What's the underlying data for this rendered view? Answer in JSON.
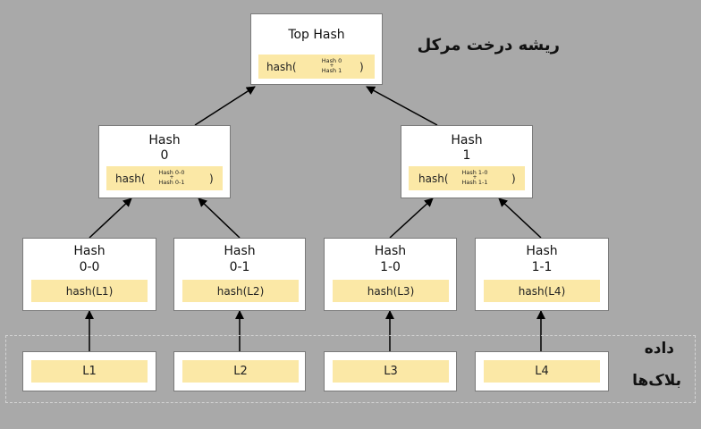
{
  "top": {
    "title": "Top Hash",
    "fn": "hash(",
    "a": "Hash 0",
    "plus": "+",
    "b": "Hash 1",
    "close": ")"
  },
  "h0": {
    "title1": "Hash",
    "title2": "0",
    "fn": "hash(",
    "a": "Hash 0-0",
    "plus": "+",
    "b": "Hash 0-1",
    "close": ")"
  },
  "h1": {
    "title1": "Hash",
    "title2": "1",
    "fn": "hash(",
    "a": "Hash 1-0",
    "plus": "+",
    "b": "Hash 1-1",
    "close": ")"
  },
  "h00": {
    "title1": "Hash",
    "title2": "0-0",
    "fn": "hash(L1)"
  },
  "h01": {
    "title1": "Hash",
    "title2": "0-1",
    "fn": "hash(L2)"
  },
  "h10": {
    "title1": "Hash",
    "title2": "1-0",
    "fn": "hash(L3)"
  },
  "h11": {
    "title1": "Hash",
    "title2": "1-1",
    "fn": "hash(L4)"
  },
  "data_blocks": [
    "L1",
    "L2",
    "L3",
    "L4"
  ],
  "labels": {
    "merkle_root": "ریشه درخت مرکل",
    "data": "داده",
    "blocks": "بلاک‌ها"
  }
}
